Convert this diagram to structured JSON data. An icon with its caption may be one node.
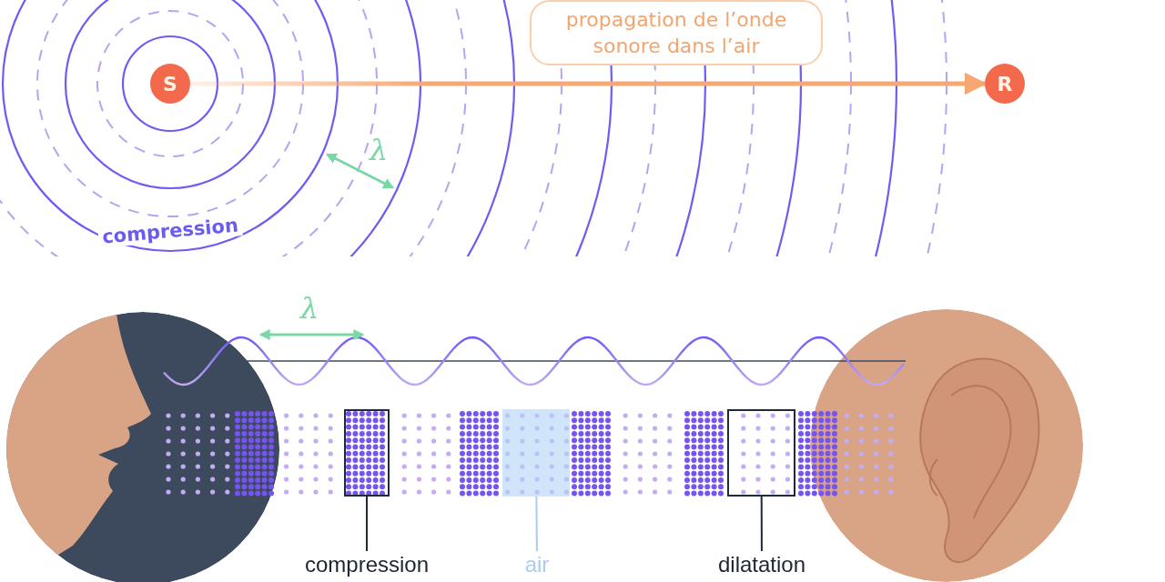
{
  "diagram": {
    "nodes": [
      {
        "text": [
          "S"
        ]
      },
      {
        "text": [
          "R"
        ]
      },
      {
        "text": [
          "propagation de l’onde sonore dans l’air"
        ]
      },
      {
        "text": [
          "compression"
        ]
      },
      {
        "text": [],
        "shape": "box"
      },
      {
        "text": [
          "air"
        ]
      },
      {
        "text": [],
        "shape": "box"
      },
      {
        "text": [
          "dilatation"
        ]
      },
      {
        "text": [],
        "shape": "box"
      }
    ],
    "edges": [
      {
        "from": 0,
        "to": 1,
        "arrow": "to",
        "style": "thick",
        "color": "#f7a872"
      },
      {
        "from": 3,
        "to": 4,
        "arrow": "none"
      },
      {
        "from": 5,
        "to": 6,
        "arrow": "none",
        "color": "#a9cdf2"
      },
      {
        "from": 7,
        "to": 8,
        "arrow": "none"
      }
    ],
    "labels": [
      "λ",
      "compression",
      "λ"
    ]
  }
}
